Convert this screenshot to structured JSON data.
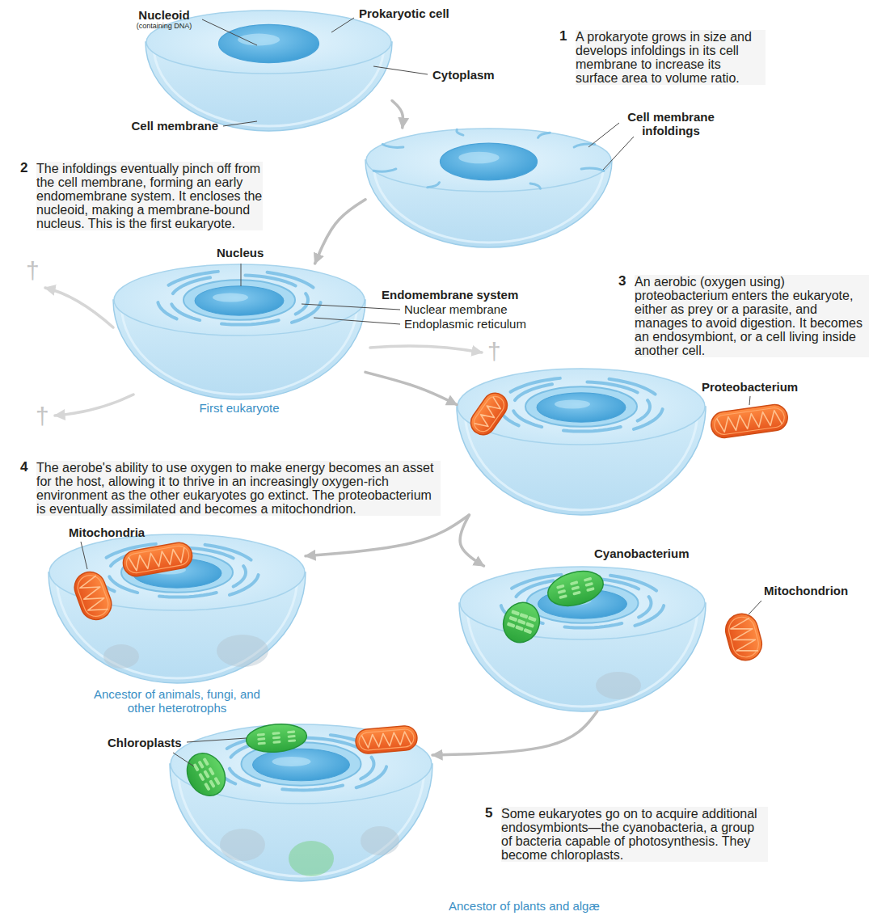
{
  "diagram": {
    "nodes": [
      {
        "text": [
          "Prokaryotic cell"
        ]
      },
      {
        "text": []
      },
      {
        "text": [
          "First eukaryote"
        ]
      },
      {
        "text": []
      },
      {
        "text": [
          "Ancestor of animals, fungi, and other heterotrophs"
        ]
      },
      {
        "text": []
      },
      {
        "text": [
          "Ancestor of plants and algæ"
        ]
      }
    ],
    "edges": [
      {
        "from": 0,
        "to": 1,
        "arrow": "to"
      },
      {
        "from": 1,
        "to": 2,
        "arrow": "to"
      },
      {
        "from": 2,
        "to": 3,
        "arrow": "to"
      },
      {
        "from": 3,
        "to": 4,
        "arrow": "to"
      },
      {
        "from": 3,
        "to": 5,
        "arrow": "to"
      },
      {
        "from": 5,
        "to": 6,
        "arrow": "to"
      }
    ],
    "labels": [
      "Nucleoid",
      "(containing DNA)",
      "1",
      "A prokaryote grows in size and develops infoldings in its cell membrane to increase its surface area to volume ratio.",
      "Cytoplasm",
      "Cell membrane",
      "Cell membrane infoldings",
      "2",
      "The infoldings eventually pinch off from the cell membrane, forming an early endomembrane system. It encloses the nucleoid, making a membrane-bound nucleus. This is the first eukaryote.",
      "Nucleus",
      "Endomembrane system",
      "Nuclear membrane",
      "Endoplasmic reticulum",
      "3",
      "An aerobic (oxygen using) proteobacterium enters the eukaryote, either as prey or a parasite, and manages to avoid digestion. It becomes an endosymbiont, or a cell living inside another cell.",
      "†",
      "†",
      "†",
      "Proteobacterium",
      "4",
      "The aerobe's ability to use oxygen to make energy becomes an asset for the host, allowing it to thrive in an increasingly oxygen-rich environment as the other eukaryotes go extinct. The proteobacterium is eventually assimilated and becomes a mitochondrion.",
      "Mitochondria",
      "Cyanobacterium",
      "Mitochondrion",
      "Chloroplasts",
      "5",
      "Some eukaryotes go on to acquire additional endosymbionts—the cyanobacteria, a group of bacteria capable of photosynthesis. They become chloroplasts."
    ]
  }
}
